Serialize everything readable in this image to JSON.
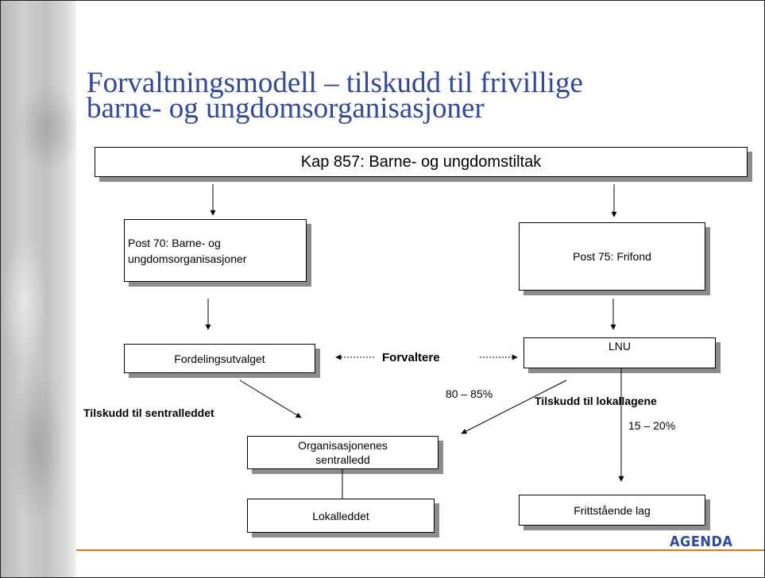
{
  "title": {
    "line1": "Forvaltningsmodell – tilskudd til frivillige",
    "line2": "barne- og ungdomsorganisasjoner"
  },
  "boxes": {
    "kap857": "Kap 857: Barne- og ungdomstiltak",
    "post70_line1": "Post 70: Barne- og",
    "post70_line2": "ungdomsorganisasjoner",
    "post75": "Post 75: Frifond",
    "fordelingsutvalget": "Fordelingsutvalget",
    "lnu": "LNU",
    "org_line1": "Organisasjonenes",
    "org_line2": "sentralledd",
    "lokalleddet": "Lokalleddet",
    "frittstaende": "Frittstående lag"
  },
  "labels": {
    "forvaltere": "Forvaltere",
    "pct_80_85": "80 – 85%",
    "tilskudd_lokallagene": "Tilskudd til lokallagene",
    "pct_15_20": "15 – 20%",
    "tilskudd_sentralleddet": "Tilskudd til sentralleddet"
  },
  "logo": "AGENDA",
  "colors": {
    "title": "#2e47a8",
    "footer_line": "#e07b1a",
    "logo": "#2e47a8",
    "box_shadow": "#8c8c8c"
  }
}
